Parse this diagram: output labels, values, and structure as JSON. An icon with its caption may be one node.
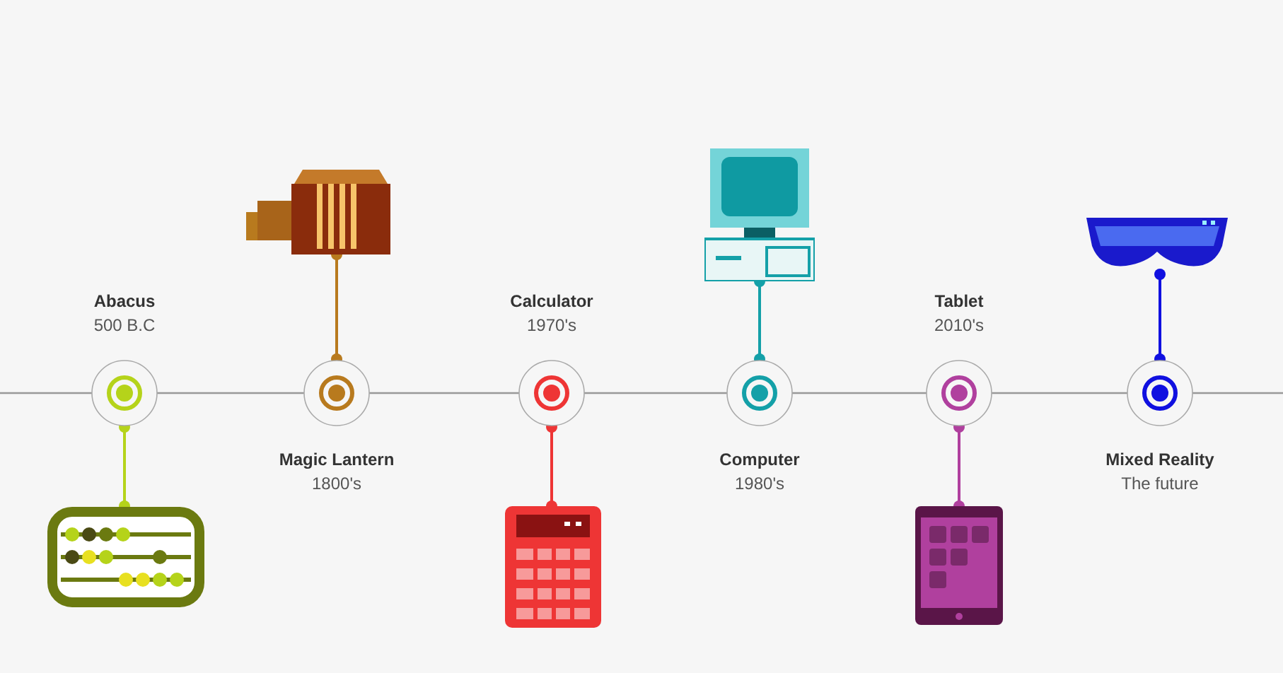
{
  "diagram": {
    "nodes": [
      {
        "text": [],
        "shape": "circle",
        "beside": [
          "Abacus",
          "500 B.C"
        ]
      },
      {
        "text": [],
        "shape": "circle",
        "beside": [
          "Magic Lantern",
          "1800's"
        ]
      },
      {
        "text": [],
        "shape": "circle",
        "beside": [
          "Calculator",
          "1970's"
        ]
      },
      {
        "text": [],
        "shape": "circle",
        "beside": [
          "Computer",
          "1980's"
        ]
      },
      {
        "text": [],
        "shape": "circle",
        "beside": [
          "Tablet",
          "2010's"
        ]
      },
      {
        "text": [],
        "shape": "circle",
        "beside": [
          "Mixed Reality",
          "The future"
        ]
      },
      {
        "text": [],
        "shape": "picture"
      },
      {
        "text": [],
        "shape": "picture"
      },
      {
        "text": [],
        "shape": "picture"
      },
      {
        "text": [],
        "shape": "picture"
      },
      {
        "text": [],
        "shape": "picture"
      },
      {
        "text": [],
        "shape": "picture"
      }
    ],
    "edges": [
      {
        "from": 6,
        "to": 0,
        "arrow": "other",
        "color": "#b5d31a"
      },
      {
        "from": 7,
        "to": 1,
        "arrow": "other",
        "color": "#b87a1e"
      },
      {
        "from": 8,
        "to": 2,
        "arrow": "other",
        "color": "#ee3535"
      },
      {
        "from": 9,
        "to": 3,
        "arrow": "other",
        "color": "#14a0a8"
      },
      {
        "from": 10,
        "to": 4,
        "arrow": "other",
        "color": "#b0409e"
      },
      {
        "from": 11,
        "to": 5,
        "arrow": "other",
        "color": "#1010e0"
      }
    ]
  }
}
